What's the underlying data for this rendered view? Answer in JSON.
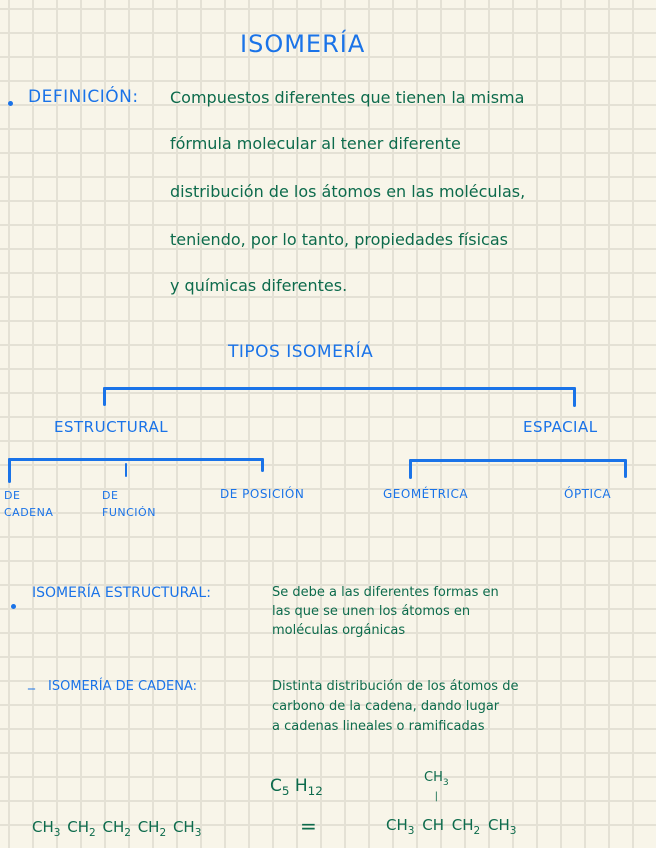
{
  "title": "Isomería",
  "definition": {
    "label": "Definición:",
    "lines": [
      "Compuestos diferentes que tienen la misma",
      "fórmula molecular al tener diferente",
      "distribución de los átomos en las moléculas,",
      "teniendo, por lo tanto, propiedades físicas",
      "y químicas diferentes."
    ]
  },
  "types": {
    "title": "Tipos isomería",
    "structural": {
      "label": "Estructural",
      "children": [
        {
          "line1": "De",
          "line2": "cadena"
        },
        {
          "line1": "De",
          "line2": "función"
        },
        {
          "line1": "De posición",
          "line2": ""
        }
      ]
    },
    "spatial": {
      "label": "Espacial",
      "children": [
        {
          "line1": "Geométrica"
        },
        {
          "line1": "Óptica"
        }
      ]
    }
  },
  "structural_section": {
    "label": "Isomería estructural:",
    "lines": [
      "Se debe a las diferentes formas en",
      "las que se unen los átomos en",
      "moléculas orgánicas"
    ]
  },
  "chain_section": {
    "dash": "_",
    "label": "Isomería de cadena:",
    "lines": [
      "Distinta distribución de los átomos de",
      "carbono de la cadena, dando lugar",
      "a cadenas lineales o ramificadas"
    ]
  },
  "formula": {
    "molecular": {
      "c": "C",
      "c_sub": "5",
      "h": "H",
      "h_sub": "12"
    },
    "left": [
      {
        "g": "CH",
        "s": "3"
      },
      {
        "g": "CH",
        "s": "2"
      },
      {
        "g": "CH",
        "s": "2"
      },
      {
        "g": "CH",
        "s": "2"
      },
      {
        "g": "CH",
        "s": "3"
      }
    ],
    "equals": "=",
    "branch": {
      "g": "CH",
      "s": "3",
      "bond": "|"
    },
    "right": [
      {
        "g": "CH",
        "s": "3"
      },
      {
        "g": "CH",
        "s": ""
      },
      {
        "g": "CH",
        "s": "2"
      },
      {
        "g": "CH",
        "s": "3"
      }
    ]
  },
  "colors": {
    "heading_ink": "#1a73e8",
    "body_ink": "#0d6b4c",
    "paper": "#f8f5e9",
    "grid": "#e4e1d5"
  }
}
